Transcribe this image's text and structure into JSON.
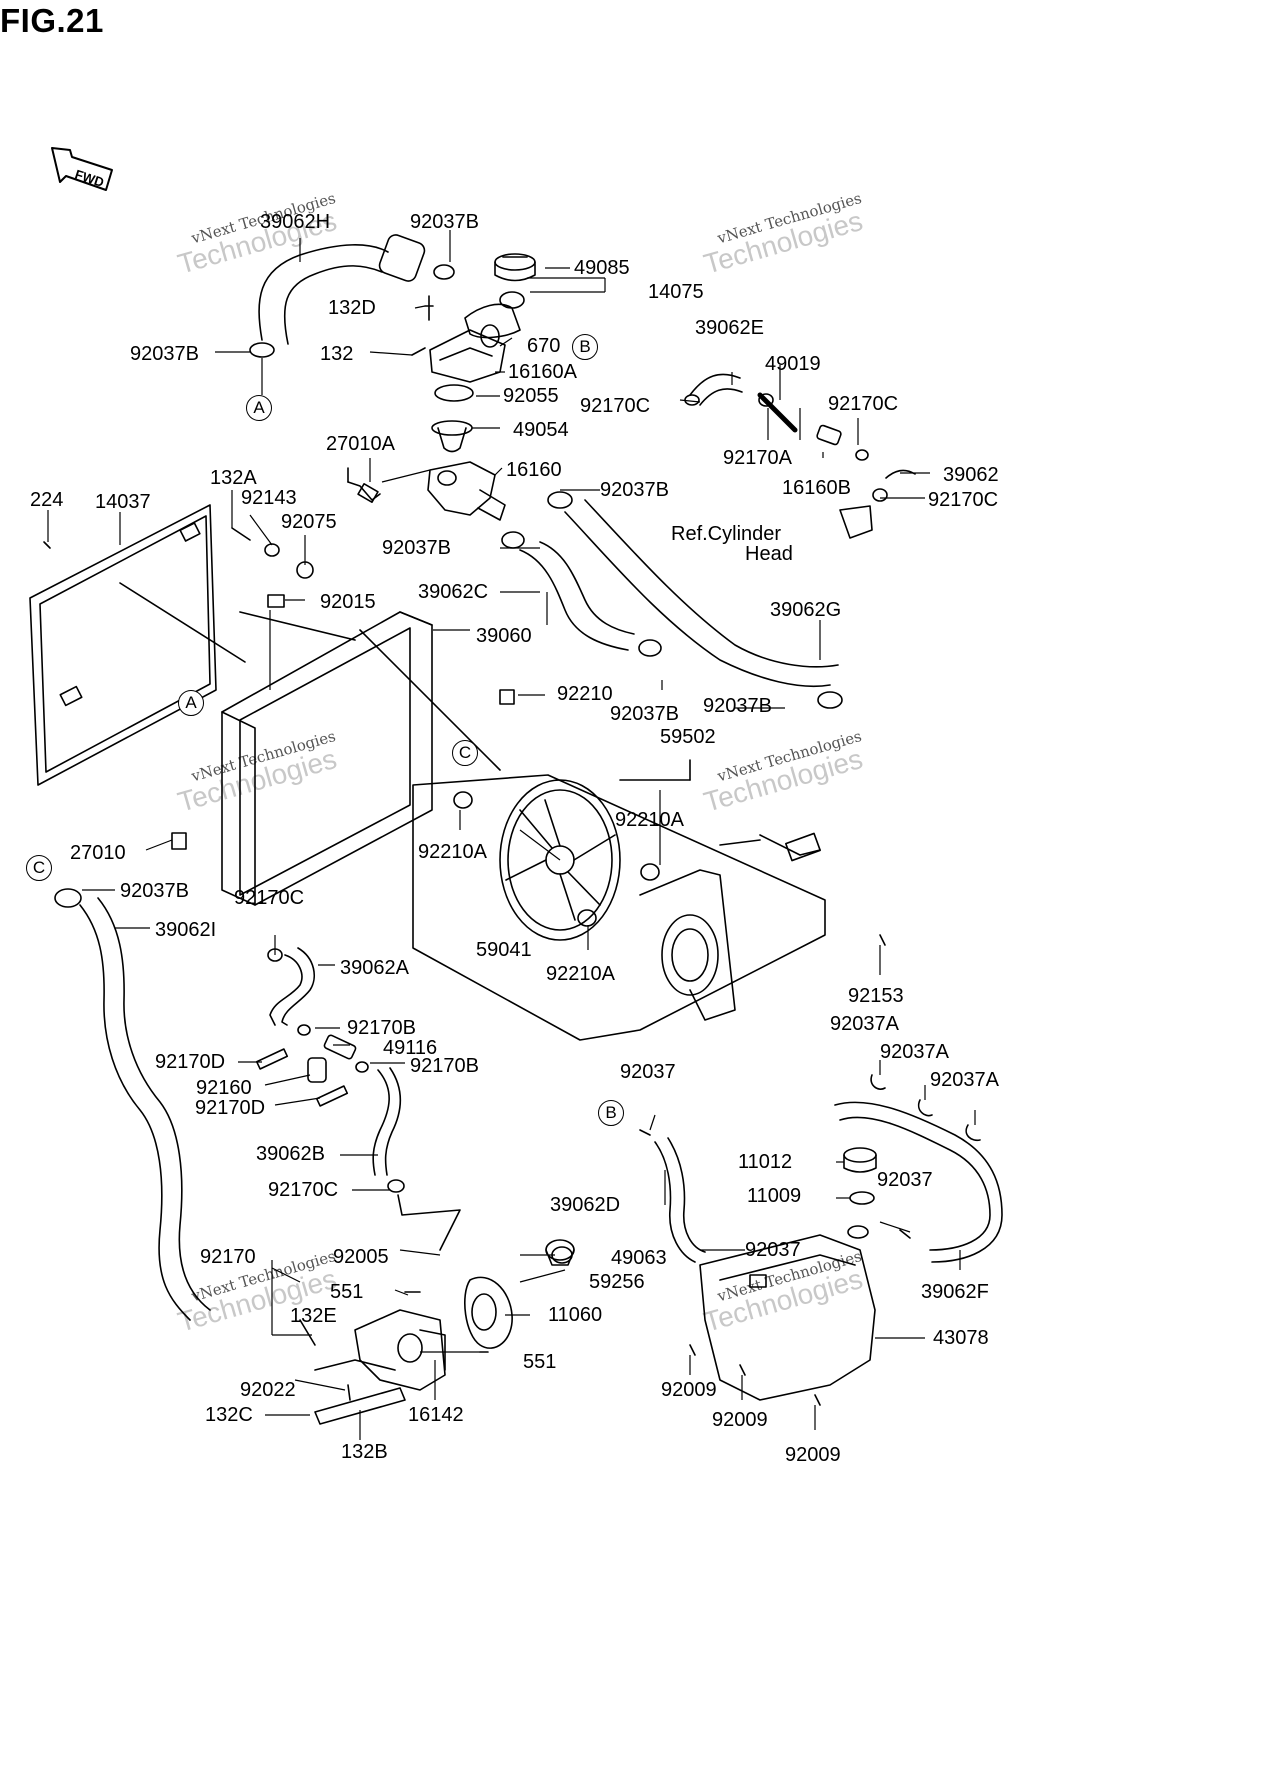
{
  "figure": {
    "title": "FIG.21",
    "fwd": "FWD"
  },
  "watermark": {
    "line1": "vNext Technologies",
    "line2": "Technologies",
    "line3": "vNext"
  },
  "refs": {
    "A": "A",
    "B": "B",
    "C": "C"
  },
  "callouts": {
    "39062H": "39062H",
    "92037B_top": "92037B",
    "49085": "49085",
    "14075": "14075",
    "132D": "132D",
    "670": "670",
    "132": "132",
    "92037B_left": "92037B",
    "16160A": "16160A",
    "92055": "92055",
    "49054": "49054",
    "39062E": "39062E",
    "49019": "49019",
    "92170C_a": "92170C",
    "92170C_b": "92170C",
    "92170A": "92170A",
    "16160B": "16160B",
    "39062": "39062",
    "92170C_c": "92170C",
    "ref_cyl_1": "Ref.Cylinder",
    "ref_cyl_2": "Head",
    "27010A": "27010A",
    "16160": "16160",
    "92037B_mid": "92037B",
    "132A": "132A",
    "224": "224",
    "14037": "14037",
    "92143": "92143",
    "92075": "92075",
    "92037B_mid2": "92037B",
    "92015": "92015",
    "39062C": "39062C",
    "39060": "39060",
    "39062G": "39062G",
    "92210": "92210",
    "92037B_r1": "92037B",
    "92037B_r2": "92037B",
    "59502": "59502",
    "92210A_a": "92210A",
    "92210A_b": "92210A",
    "92210A_c": "92210A",
    "59041": "59041",
    "27010": "27010",
    "92037B_c": "92037B",
    "92170C_d": "92170C",
    "39062I": "39062I",
    "39062A": "39062A",
    "92153": "92153",
    "92170B_a": "92170B",
    "49116": "49116",
    "92170B_b": "92170B",
    "92170D_a": "92170D",
    "92160": "92160",
    "92170D_b": "92170D",
    "92037A_a": "92037A",
    "92037A_b": "92037A",
    "92037A_c": "92037A",
    "92037_a": "92037",
    "39062B": "39062B",
    "11012": "11012",
    "11009": "11009",
    "92037_b": "92037",
    "92170C_e": "92170C",
    "39062D": "39062D",
    "92170": "92170",
    "92005": "92005",
    "49063": "49063",
    "92037_c": "92037",
    "551_a": "551",
    "59256": "59256",
    "39062F": "39062F",
    "132E": "132E",
    "11060": "11060",
    "43078": "43078",
    "551_b": "551",
    "92022": "92022",
    "92009_a": "92009",
    "132C": "132C",
    "16142": "16142",
    "92009_b": "92009",
    "132B": "132B",
    "92009_c": "92009"
  }
}
